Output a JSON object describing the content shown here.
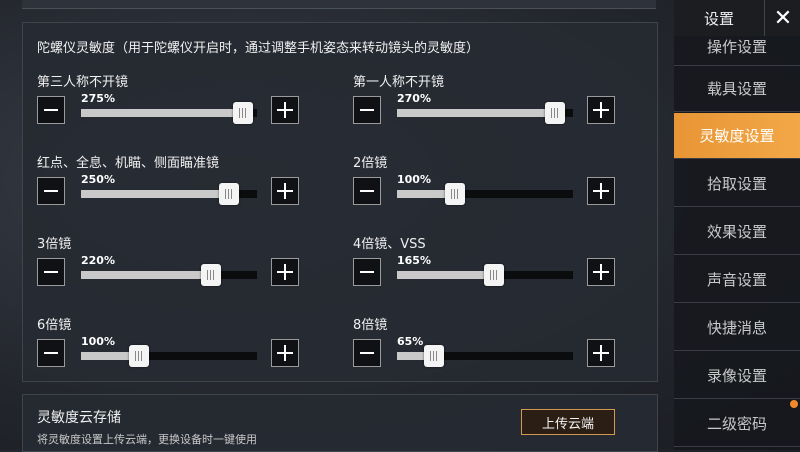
{
  "gyro": {
    "title": "陀螺仪灵敏度（用于陀螺仪开启时，通过调整手机姿态来转动镜头的灵敏度）",
    "settings": [
      {
        "label": "第三人称不开镜",
        "value": "275%",
        "fraction": 0.92
      },
      {
        "label": "第一人称不开镜",
        "value": "270%",
        "fraction": 0.9
      },
      {
        "label": "红点、全息、机瞄、侧面瞄准镜",
        "value": "250%",
        "fraction": 0.84
      },
      {
        "label": "2倍镜",
        "value": "100%",
        "fraction": 0.33
      },
      {
        "label": "3倍镜",
        "value": "220%",
        "fraction": 0.74
      },
      {
        "label": "4倍镜、VSS",
        "value": "165%",
        "fraction": 0.55
      },
      {
        "label": "6倍镜",
        "value": "100%",
        "fraction": 0.33
      },
      {
        "label": "8倍镜",
        "value": "65%",
        "fraction": 0.21
      }
    ]
  },
  "cloud": {
    "title": "灵敏度云存储",
    "desc": "将灵敏度设置上传云端，更换设备时一键使用",
    "upload_label": "上传云端"
  },
  "sidebar": {
    "title": "设置",
    "close_glyph": "✕",
    "items": [
      {
        "label": "操作设置"
      },
      {
        "label": "载具设置"
      },
      {
        "label": "灵敏度设置",
        "active": true
      },
      {
        "label": "拾取设置"
      },
      {
        "label": "效果设置"
      },
      {
        "label": "声音设置"
      },
      {
        "label": "快捷消息"
      },
      {
        "label": "录像设置"
      },
      {
        "label": "二级密码"
      }
    ]
  },
  "colors": {
    "accent": "#f3a847",
    "notification": "#f08a2a"
  }
}
